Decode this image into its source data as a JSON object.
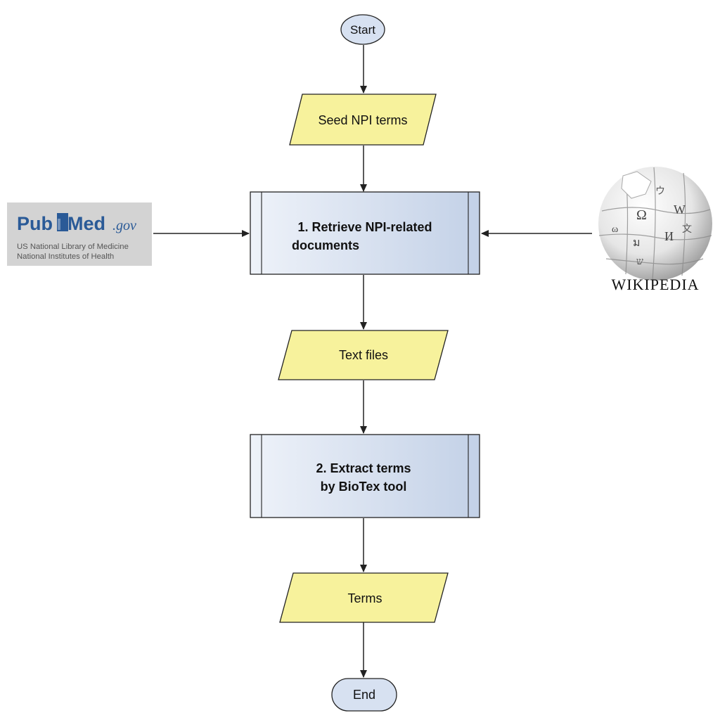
{
  "flowchart": {
    "start": "Start",
    "seed": "Seed NPI terms",
    "retrieve": [
      "1. Retrieve NPI-related",
      "documents"
    ],
    "text_files": "Text files",
    "extract": [
      "2. Extract terms",
      "by BioTex tool"
    ],
    "terms": "Terms",
    "end": "End"
  },
  "sources": {
    "pubmed": {
      "logo_pub": "Pub",
      "logo_med": "Med",
      "logo_gov": ".gov",
      "line1": "US National Library of Medicine",
      "line2": "National Institutes of Health"
    },
    "wikipedia": {
      "wordmark": "WIKIPEDIA"
    }
  },
  "colors": {
    "terminal_fill": "#d7e1f1",
    "data_fill": "#f7f29c",
    "process_fill": "#cad7ea",
    "stroke": "#222222",
    "pubmed_blue": "#2a5a97",
    "pubmed_bg": "#d3d3d3"
  }
}
